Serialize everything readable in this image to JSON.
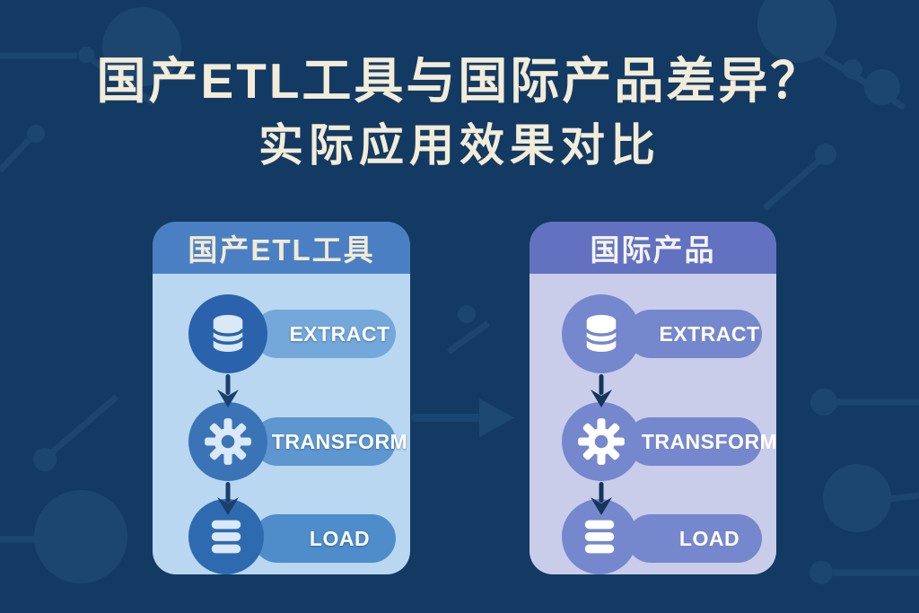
{
  "title": {
    "line1": "国产ETL工具与国际产品差异？",
    "line2": "实际应用效果对比"
  },
  "cards": [
    {
      "header": "国产ETL工具",
      "steps": [
        {
          "label": "EXTRACT",
          "icon": "database-icon"
        },
        {
          "label": "TRANSFORM",
          "icon": "gear-icon"
        },
        {
          "label": "LOAD",
          "icon": "layers-icon"
        }
      ]
    },
    {
      "header": "国际产品",
      "steps": [
        {
          "label": "EXTRACT",
          "icon": "database-icon"
        },
        {
          "label": "TRANSFORM",
          "icon": "gear-icon"
        },
        {
          "label": "LOAD",
          "icon": "layers-icon"
        }
      ]
    }
  ],
  "flow_arrow": {
    "direction": "right"
  },
  "colors": {
    "background": "#133a62",
    "decoration": "#1d466f",
    "title_text": "#f3ecd8",
    "domestic_card": {
      "header_bg": "#4a80c3",
      "header_text": "#f2ead6",
      "body_bg": "#b9d7f0",
      "circle_extract": "#2a62ac",
      "circle_transform": "#3b74b6",
      "circle_load": "#2e6ab0",
      "pill_extract": "#74a7da",
      "pill_transform": "#5e97d0",
      "pill_load": "#4f8cca",
      "pill_text": "#ffffff",
      "icon_color": "#d9e9f8",
      "arrow": "#1b3f6a"
    },
    "international_card": {
      "header_bg": "#6272c0",
      "header_text": "#f4f4fa",
      "body_bg": "#c9cdea",
      "circle_bg": "#7587cd",
      "pill_bg": "#7587cd",
      "pill_text": "#ffffff",
      "icon_color": "#ffffff",
      "arrow": "#14355c"
    },
    "flow_arrow": "#1d4971"
  }
}
